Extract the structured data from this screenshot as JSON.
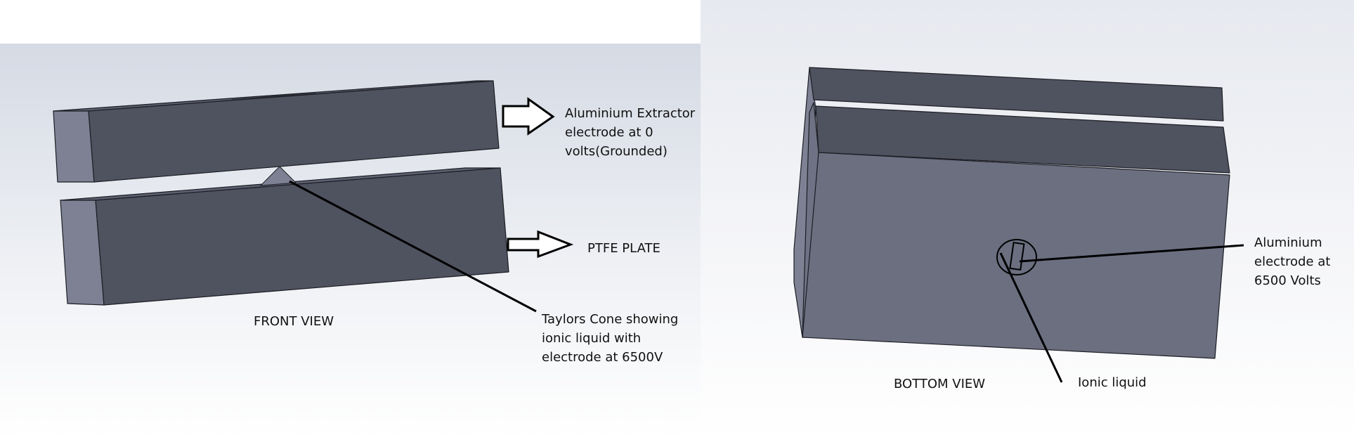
{
  "front_view": {
    "title": "FRONT VIEW",
    "callouts": {
      "extractor": [
        "Aluminium Extractor",
        "electrode at 0",
        "volts(Grounded)"
      ],
      "ptfe": "PTFE PLATE",
      "taylor_cone": [
        "Taylors Cone showing",
        "ionic liquid with",
        "electrode at 6500V"
      ]
    }
  },
  "bottom_view": {
    "title": "BOTTOM VIEW",
    "callouts": {
      "electrode": [
        "Aluminium",
        "electrode at",
        "6500 Volts"
      ],
      "ionic_liquid": "Ionic liquid"
    }
  },
  "colors": {
    "face_dark": "#4f525f",
    "face_side": "#7d8193",
    "face_top": "#5c6070",
    "face_bottom_view": "#6b6f80",
    "edge": "#1c1d24",
    "leader": "#000000"
  }
}
